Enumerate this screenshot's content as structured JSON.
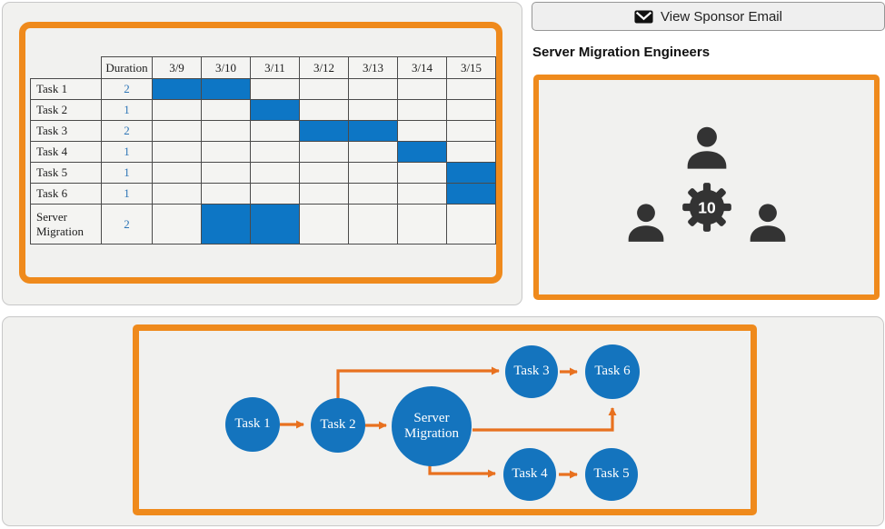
{
  "sponsor_email": {
    "button_label": "View Sponsor Email"
  },
  "engineers": {
    "heading": "Server Migration Engineers",
    "team_size": "10"
  },
  "gantt": {
    "columns": [
      "",
      "Duration",
      "3/9",
      "3/10",
      "3/11",
      "3/12",
      "3/13",
      "3/14",
      "3/15"
    ],
    "rows": [
      {
        "task": "Task 1",
        "duration": "2",
        "cells": [
          1,
          1,
          0,
          0,
          0,
          0,
          0
        ]
      },
      {
        "task": "Task 2",
        "duration": "1",
        "cells": [
          0,
          0,
          1,
          0,
          0,
          0,
          0
        ]
      },
      {
        "task": "Task 3",
        "duration": "2",
        "cells": [
          0,
          0,
          0,
          1,
          1,
          0,
          0
        ]
      },
      {
        "task": "Task 4",
        "duration": "1",
        "cells": [
          0,
          0,
          0,
          0,
          0,
          1,
          0
        ]
      },
      {
        "task": "Task 5",
        "duration": "1",
        "cells": [
          0,
          0,
          0,
          0,
          0,
          0,
          1
        ]
      },
      {
        "task": "Task 6",
        "duration": "1",
        "cells": [
          0,
          0,
          0,
          0,
          0,
          0,
          1
        ]
      },
      {
        "task": "Server Migration",
        "duration": "2",
        "cells": [
          0,
          1,
          1,
          0,
          0,
          0,
          0
        ]
      }
    ]
  },
  "diagram": {
    "nodes": [
      {
        "id": "task1",
        "label": "Task 1"
      },
      {
        "id": "task2",
        "label": "Task 2"
      },
      {
        "id": "server_migration",
        "label": "Server Migration"
      },
      {
        "id": "task3",
        "label": "Task 3"
      },
      {
        "id": "task6",
        "label": "Task 6"
      },
      {
        "id": "task4",
        "label": "Task 4"
      },
      {
        "id": "task5",
        "label": "Task 5"
      }
    ],
    "edges": [
      {
        "from": "Task 1",
        "to": "Task 2"
      },
      {
        "from": "Task 2",
        "to": "Server Migration"
      },
      {
        "from": "Task 2",
        "to": "Task 3"
      },
      {
        "from": "Task 3",
        "to": "Task 6"
      },
      {
        "from": "Server Migration",
        "to": "Task 6"
      },
      {
        "from": "Server Migration",
        "to": "Task 4"
      },
      {
        "from": "Task 4",
        "to": "Task 5"
      }
    ]
  },
  "colors": {
    "accent_orange": "#ef8a1c",
    "arrow_orange": "#e8711f",
    "bar_blue": "#0d76c5",
    "node_blue": "#1474be",
    "icon_dark": "#333333"
  }
}
